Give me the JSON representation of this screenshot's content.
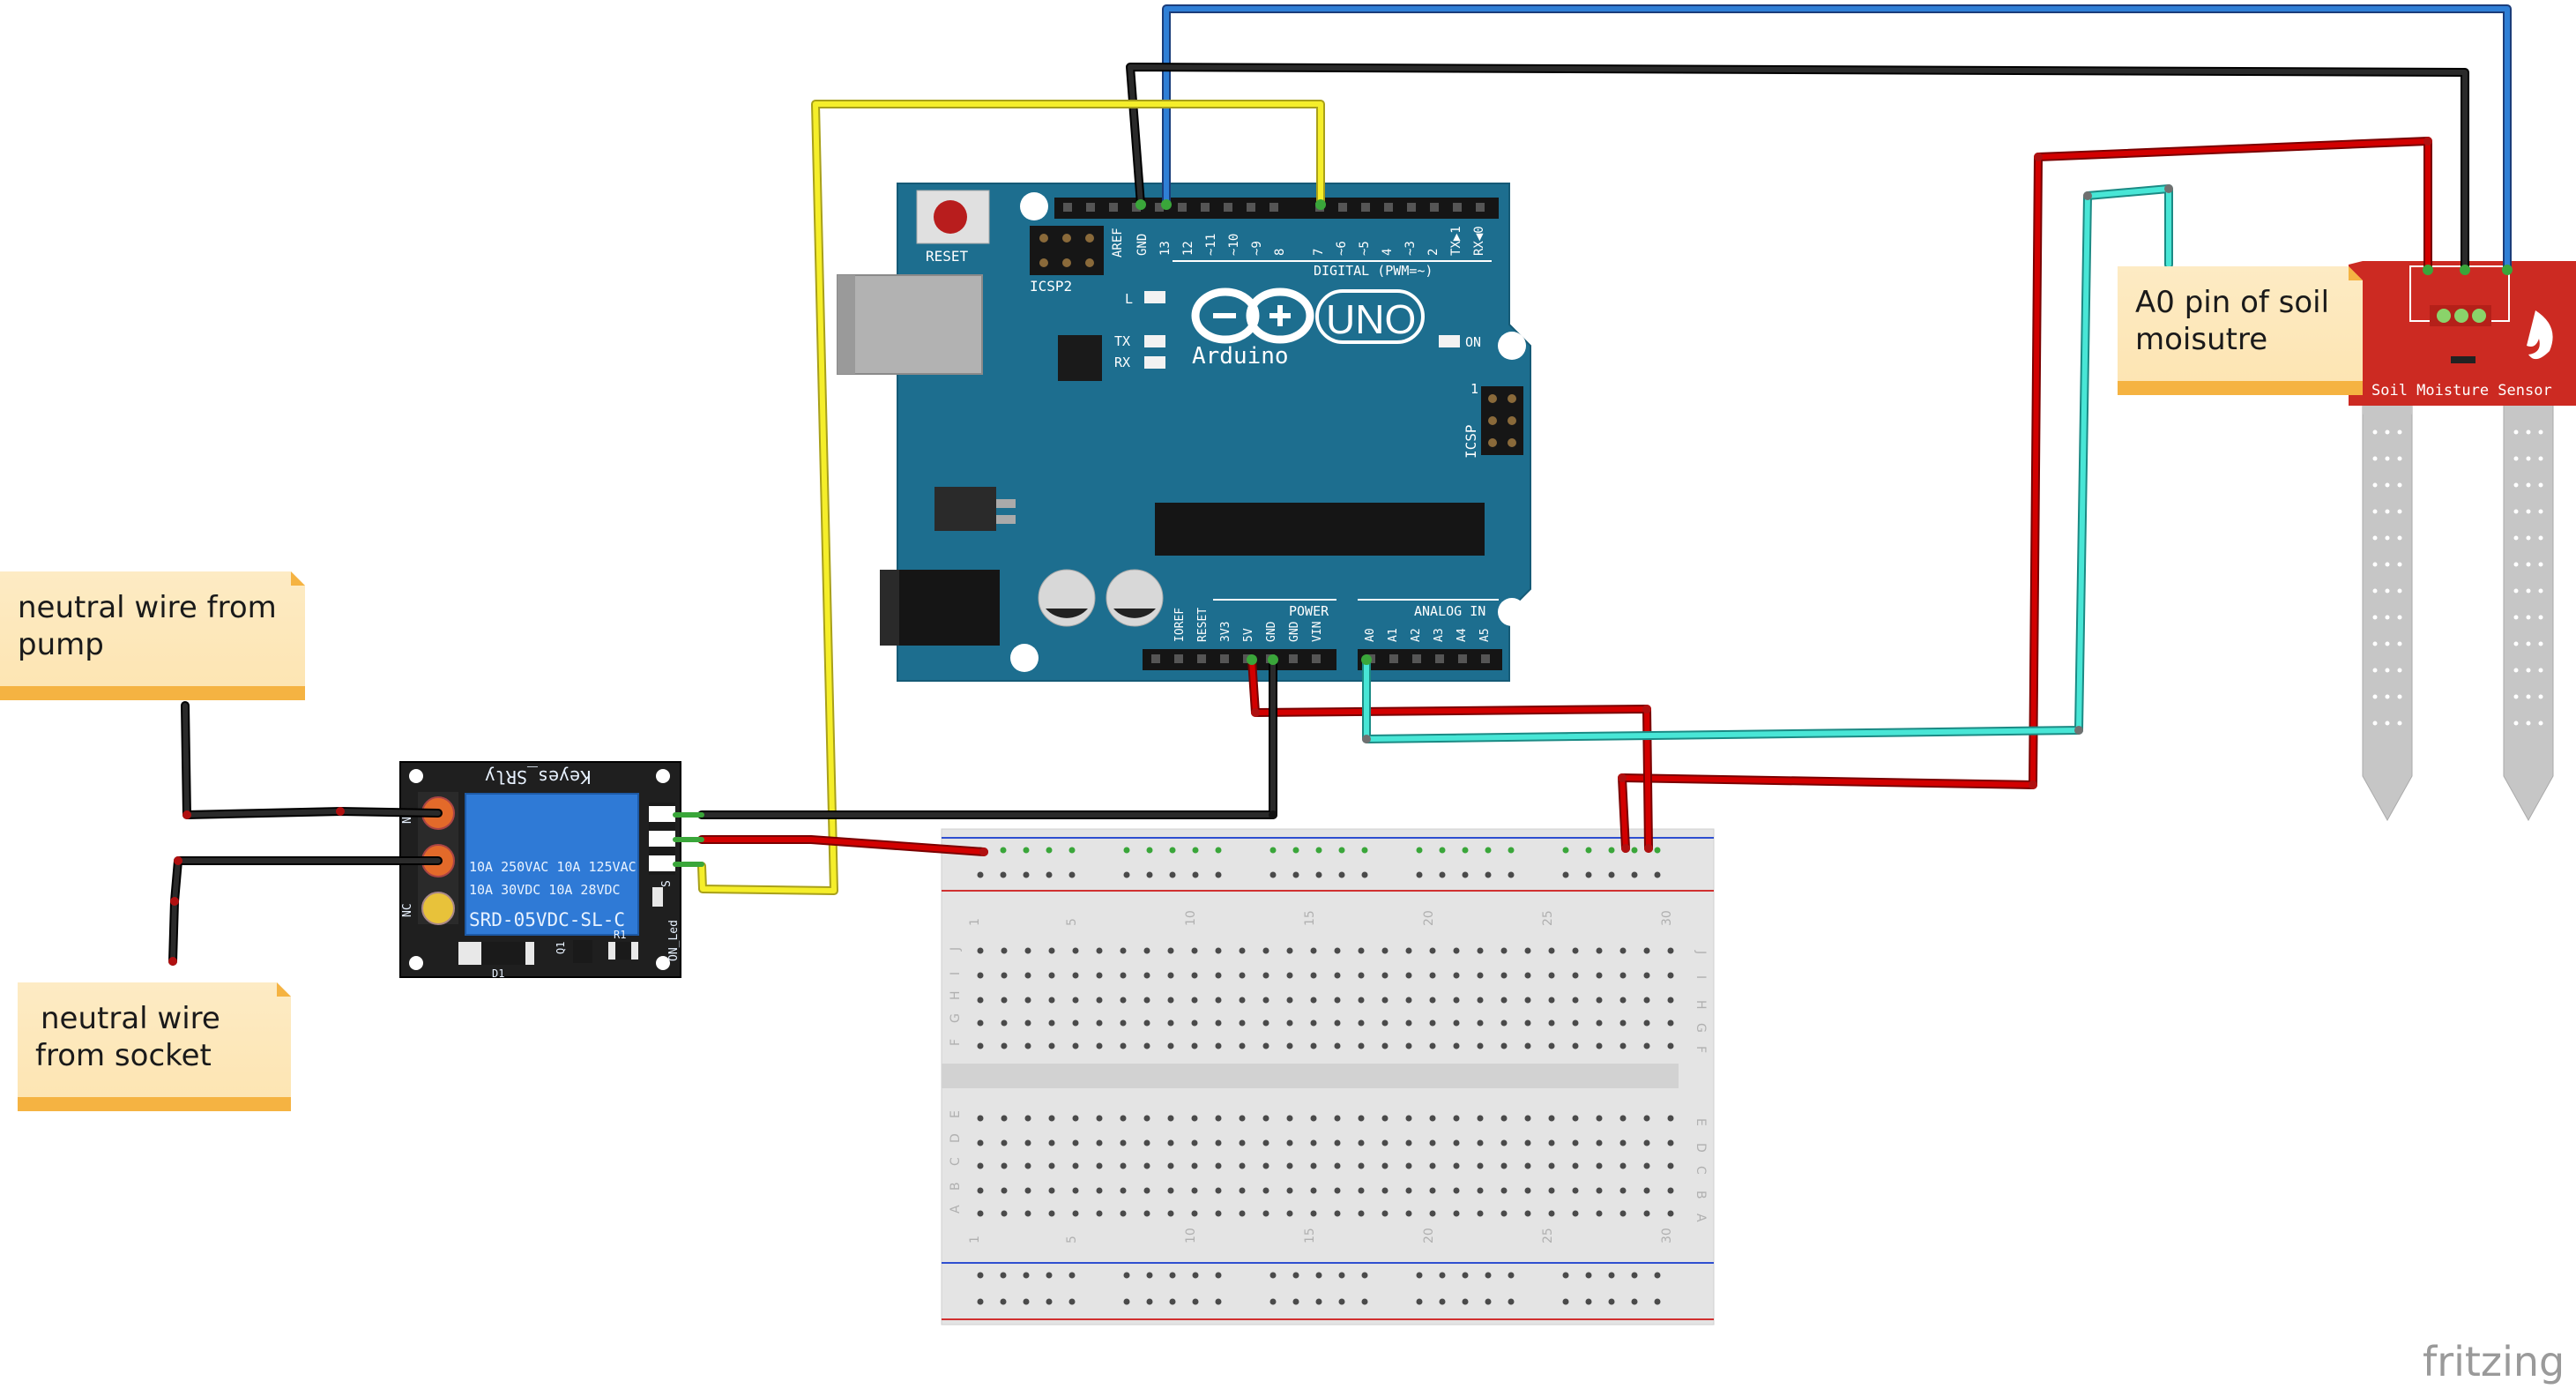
{
  "notes": {
    "pump": {
      "line1": "neutral wire from",
      "line2": "pump"
    },
    "socket": {
      "line1": "neutral wire",
      "line2": "from socket"
    },
    "a0": {
      "line1": "A0 pin of soil",
      "line2": "moisutre"
    }
  },
  "arduino": {
    "reset": "RESET",
    "icsp2": "ICSP2",
    "aref": "AREF",
    "gnd": "GND",
    "digital": "DIGITAL (PWM=~)",
    "d_pins": [
      "13",
      "12",
      "~11",
      "~10",
      "~9",
      "8",
      "7",
      "~6",
      "~5",
      "4",
      "~3",
      "2",
      "TX▶1",
      "RX◀0"
    ],
    "led_l": "L",
    "tx": "TX",
    "rx": "RX",
    "on": "ON",
    "uno": "UNO",
    "arduino_brand": "Arduino",
    "icsp": "ICSP",
    "icsp_one": "1",
    "power": "POWER",
    "analog_in": "ANALOG IN",
    "power_pins": [
      "IOREF",
      "RESET",
      "3V3",
      "5V",
      "GND",
      "GND",
      "VIN"
    ],
    "analog_pins": [
      "A0",
      "A1",
      "A2",
      "A3",
      "A4",
      "A5"
    ]
  },
  "relay": {
    "brand": "Keyes_SRly",
    "rating1": "10A 250VAC  10A 125VAC",
    "rating2": "10A  30VDC  10A  28VDC",
    "model": "SRD-05VDC-SL-C",
    "no": "NO",
    "nc": "NC",
    "on_led": "ON_Led",
    "s": "S",
    "q1": "Q1",
    "r1": "R1",
    "d1": "D1"
  },
  "sensor": {
    "label": "Soil Moisture Sensor"
  },
  "breadboard": {
    "numbers": [
      "1",
      "5",
      "10",
      "15",
      "20",
      "25",
      "30"
    ],
    "rows_top": [
      "J",
      "I",
      "H",
      "G",
      "F"
    ],
    "rows_bottom": [
      "E",
      "D",
      "C",
      "B",
      "A"
    ]
  },
  "watermark": "fritzing",
  "colors": {
    "arduino_board": "#1d6e8f",
    "wire_red": "#d20000",
    "wire_black": "#1a1a1a",
    "wire_blue": "#2f7fd6",
    "wire_yellow": "#f5ee2a",
    "wire_cyan": "#48e6d6",
    "relay_board": "#1f1f1f",
    "relay_cube": "#2f7ad6",
    "sensor_red": "#cc2a22",
    "note_fill": "#fdebc4"
  }
}
